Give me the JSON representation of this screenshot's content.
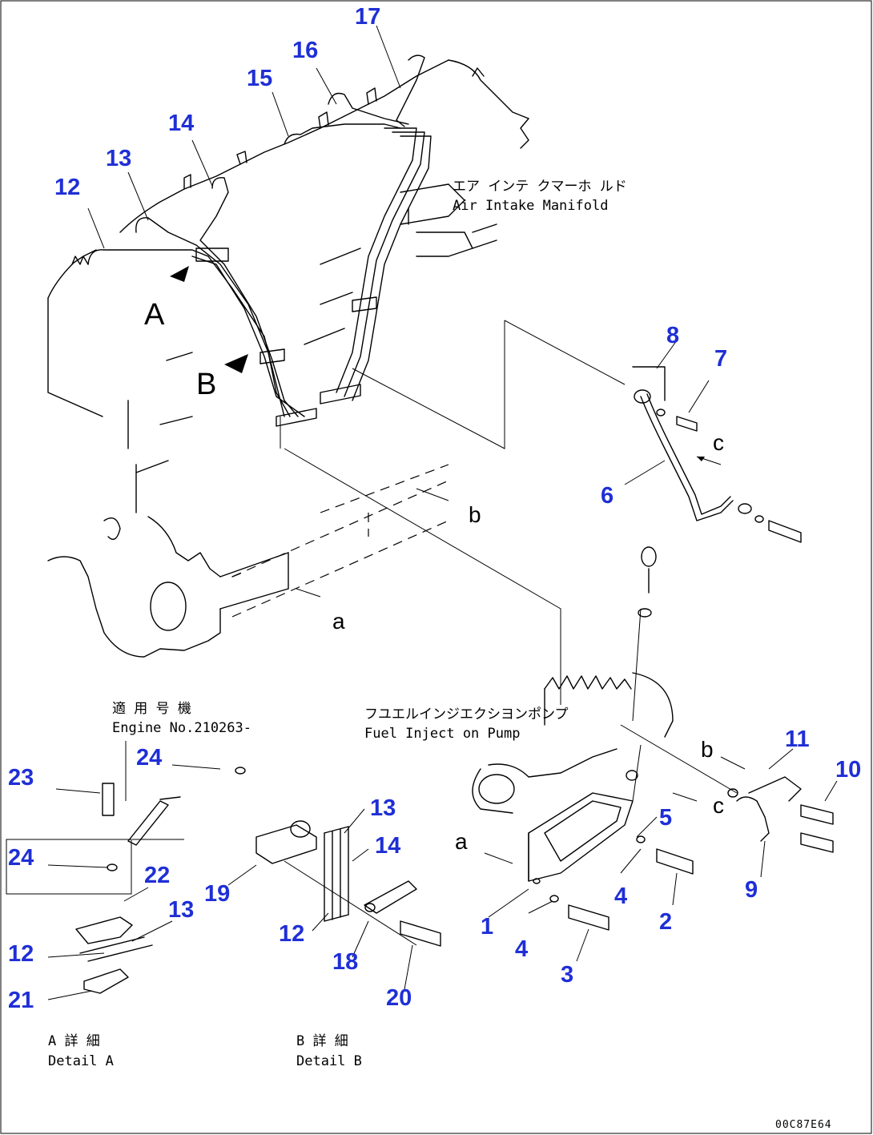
{
  "callouts": [
    {
      "n": "1"
    },
    {
      "n": "2"
    },
    {
      "n": "3"
    },
    {
      "n": "4"
    },
    {
      "n": "4"
    },
    {
      "n": "5"
    },
    {
      "n": "6"
    },
    {
      "n": "7"
    },
    {
      "n": "8"
    },
    {
      "n": "9"
    },
    {
      "n": "10"
    },
    {
      "n": "11"
    },
    {
      "n": "12"
    },
    {
      "n": "13"
    },
    {
      "n": "14"
    },
    {
      "n": "15"
    },
    {
      "n": "16"
    },
    {
      "n": "17"
    },
    {
      "n": "18"
    },
    {
      "n": "19"
    },
    {
      "n": "20"
    },
    {
      "n": "21"
    },
    {
      "n": "22"
    },
    {
      "n": "23"
    },
    {
      "n": "24"
    },
    {
      "n": "24"
    },
    {
      "n": "12"
    },
    {
      "n": "13"
    },
    {
      "n": "14"
    },
    {
      "n": "12"
    },
    {
      "n": "13"
    }
  ],
  "labels": {
    "air_intake_jp": "エア インテ クマーホ ルド",
    "air_intake_en": "Air Intake Manifold",
    "fuel_pump_jp": "フユエルインジエクシヨンポンプ",
    "fuel_pump_en": "Fuel Inject on Pump",
    "serial_jp": "適 用 号 機",
    "serial_en": "Engine No.210263-",
    "detail_a_jp": "A 詳 細",
    "detail_a_en": "Detail A",
    "detail_b_jp": "B 詳 細",
    "detail_b_en": "Detail B",
    "view_a": "A",
    "view_b": "B",
    "ref_a": "a",
    "ref_b": "b",
    "ref_c1": "c",
    "ref_c2": "c",
    "ref_b2": "b",
    "ref_a2": "a",
    "drawing_code": "00C87E64"
  },
  "colors": {
    "callout": "#1f2fd6",
    "line": "#000000",
    "background": "#ffffff"
  }
}
